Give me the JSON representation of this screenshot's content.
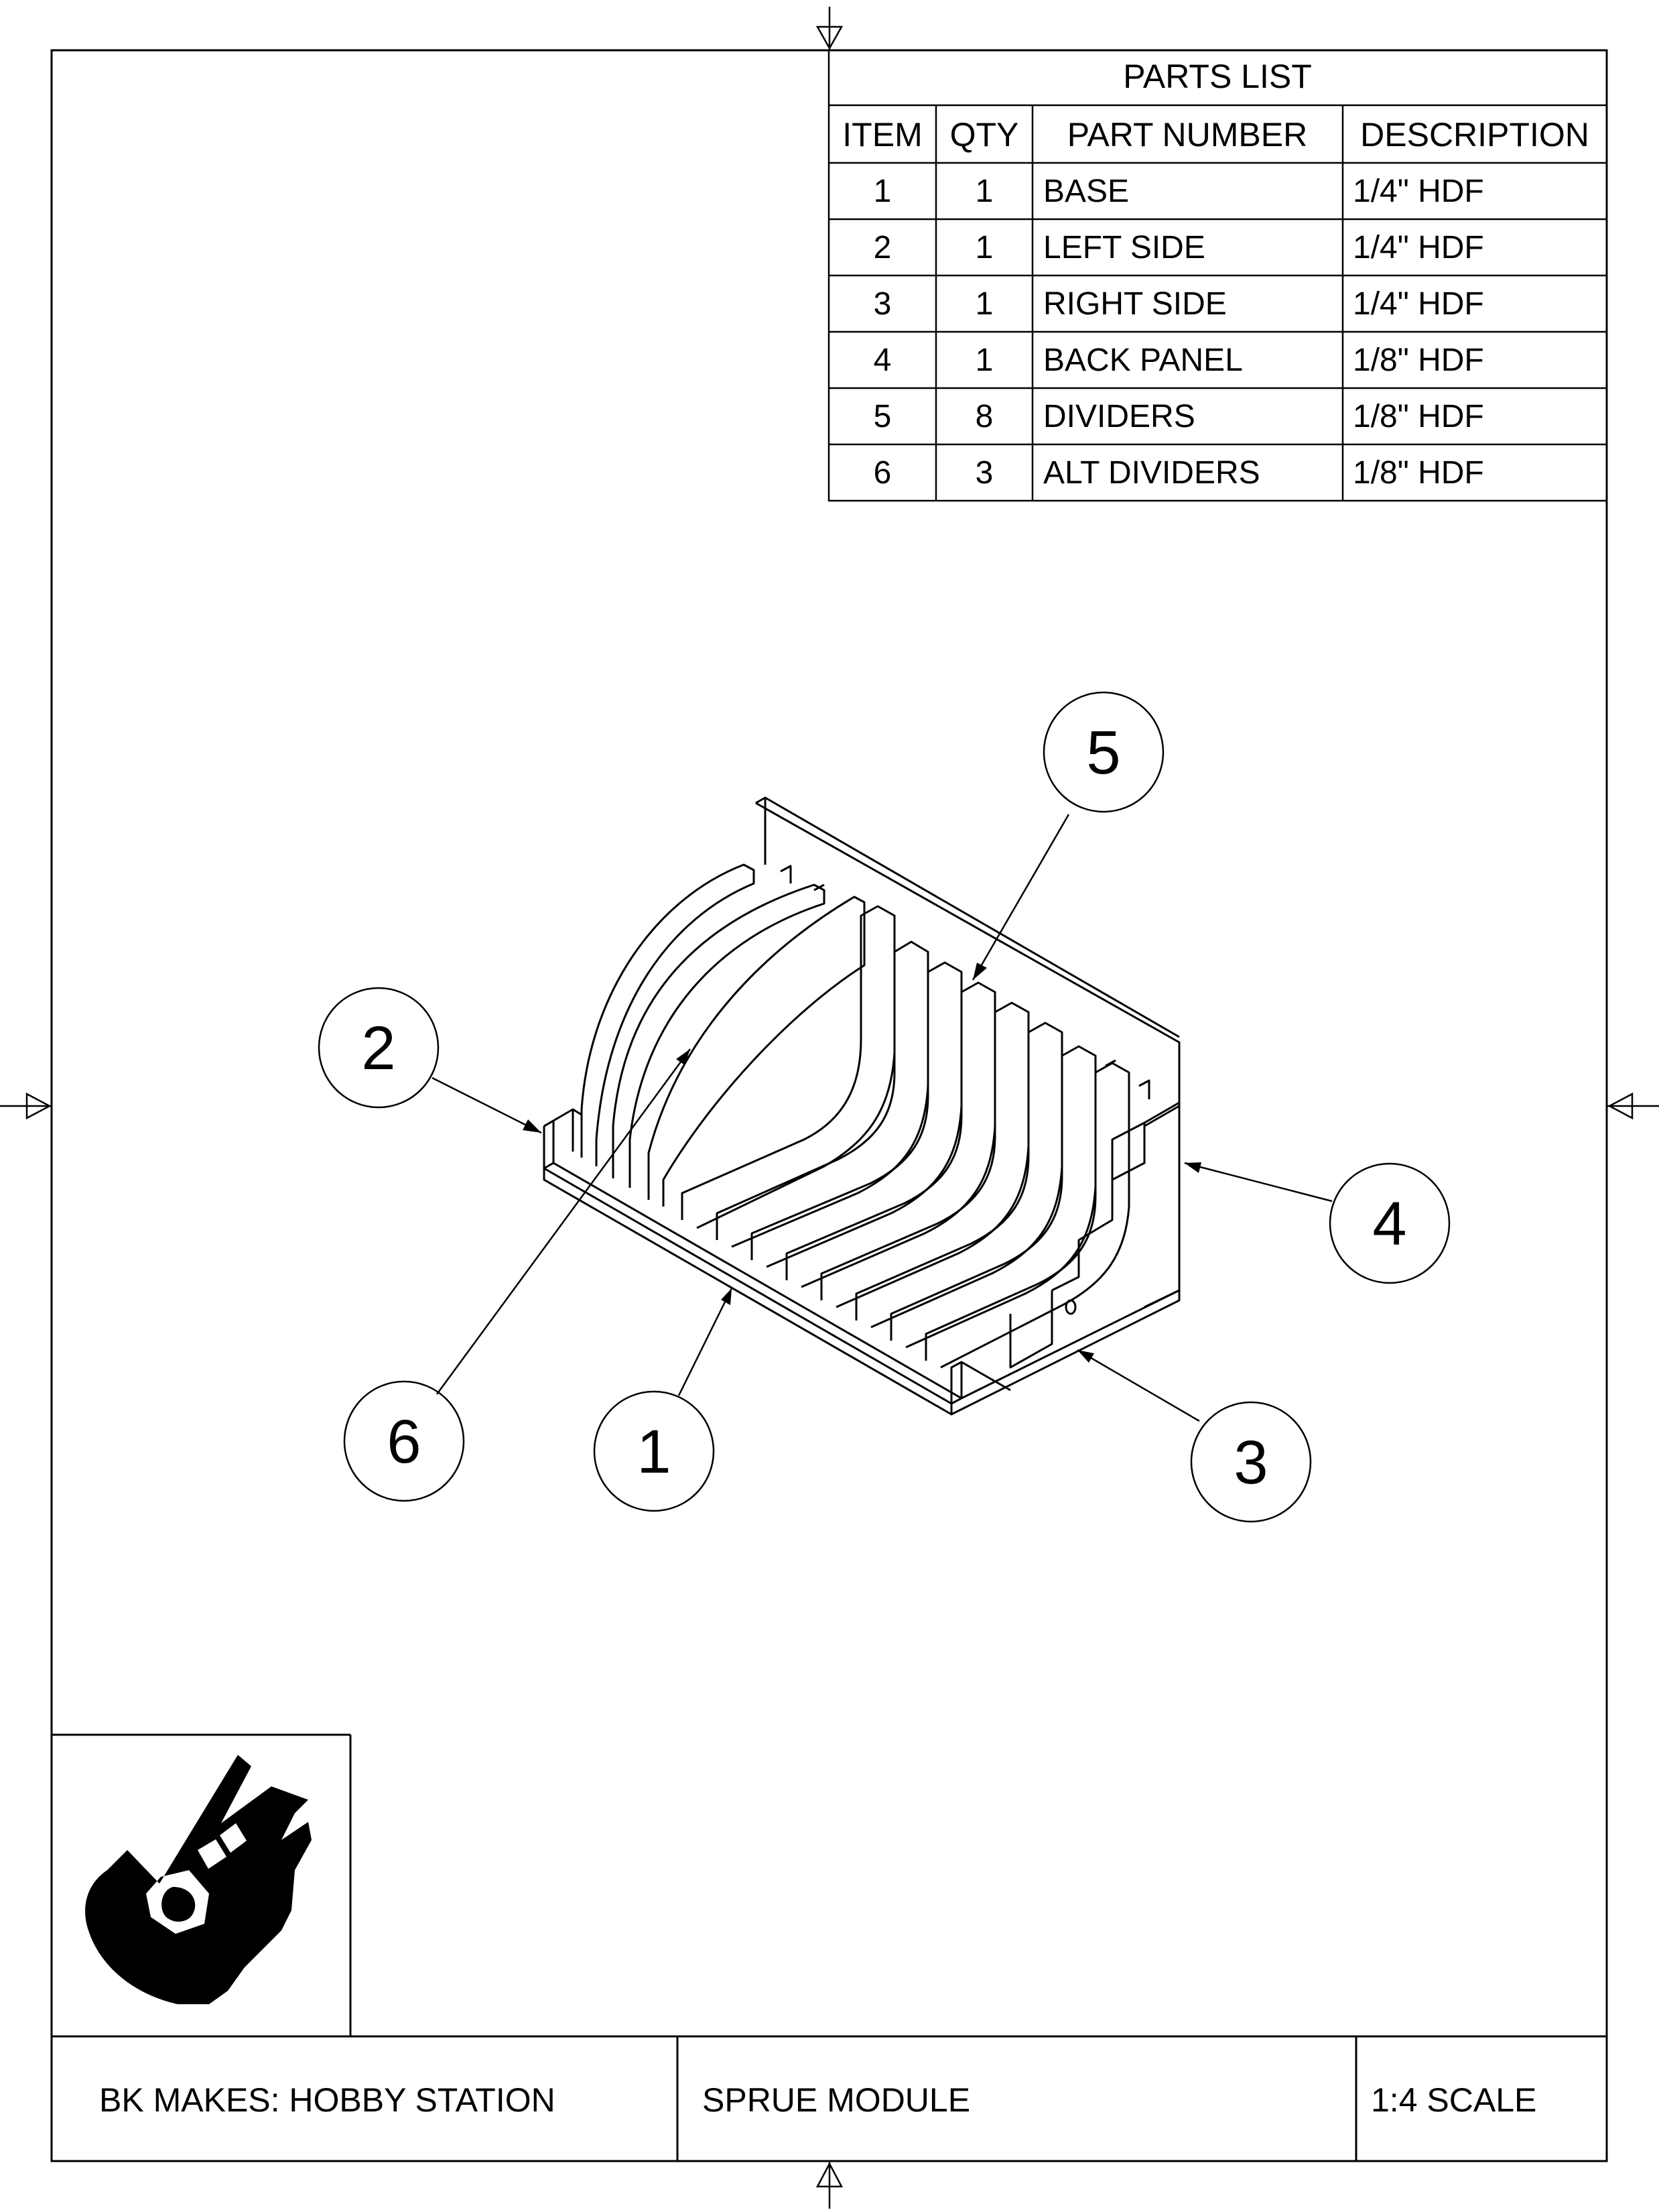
{
  "parts_list": {
    "title": "PARTS LIST",
    "columns": [
      "ITEM",
      "QTY",
      "PART NUMBER",
      "DESCRIPTION"
    ],
    "rows": [
      {
        "item": "1",
        "qty": "1",
        "part_number": "BASE",
        "description": "1/4\" HDF"
      },
      {
        "item": "2",
        "qty": "1",
        "part_number": "LEFT SIDE",
        "description": "1/4\" HDF"
      },
      {
        "item": "3",
        "qty": "1",
        "part_number": "RIGHT SIDE",
        "description": "1/4\" HDF"
      },
      {
        "item": "4",
        "qty": "1",
        "part_number": "BACK PANEL",
        "description": "1/8\" HDF"
      },
      {
        "item": "5",
        "qty": "8",
        "part_number": "DIVIDERS",
        "description": "1/8\" HDF"
      },
      {
        "item": "6",
        "qty": "3",
        "part_number": "ALT DIVIDERS",
        "description": "1/8\" HDF"
      }
    ]
  },
  "balloons": [
    "1",
    "2",
    "3",
    "4",
    "5",
    "6"
  ],
  "title_block": {
    "project": "BK MAKES: HOBBY STATION",
    "drawing": "SPRUE MODULE",
    "scale": "1:4 SCALE"
  },
  "logo": {
    "name": "bk-makes-logo-icon"
  }
}
